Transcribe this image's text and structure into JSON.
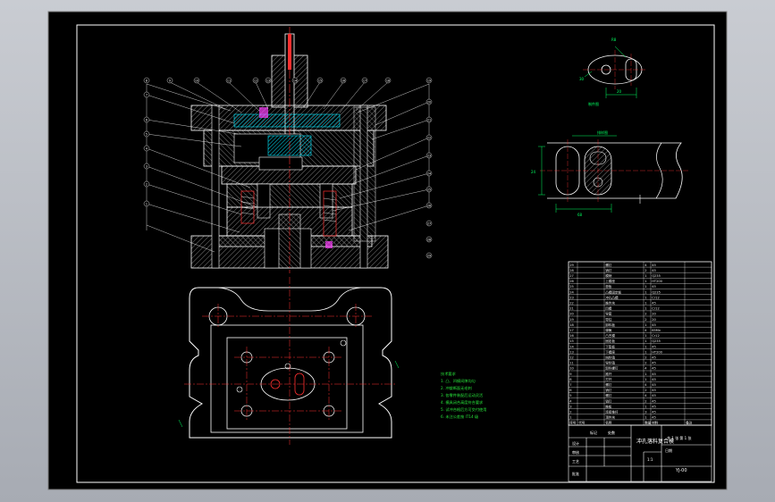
{
  "colors": {
    "background": "#000000",
    "viewport": "#b4b8bf",
    "outline": "#ffffff",
    "hatch": "#b0b0b0",
    "centerline": "#ff3030",
    "highlight": "#00e8ff",
    "dimension": "#00ff60",
    "notes": "#27e23a",
    "accent": "#ff40ff"
  },
  "drawing": {
    "balloons_top": [
      "8",
      "9",
      "10",
      "11",
      "12",
      "13",
      "14",
      "15",
      "16",
      "17",
      "18",
      "19"
    ],
    "balloons_left": [
      "7",
      "6",
      "5",
      "4",
      "3",
      "2",
      "1"
    ],
    "balloons_right": [
      "20",
      "21",
      "22",
      "23",
      "24",
      "25",
      "26",
      "27",
      "28",
      "29"
    ],
    "part_label": "制件图",
    "strip_label": "排样图",
    "dims_part": [
      "R8",
      "20",
      "30"
    ],
    "dims_strip": [
      "24",
      "68"
    ],
    "tech_notes_title": "技术要求",
    "tech_notes": [
      "1. 凸、凹模间隙均匀",
      "2. 冲裁断面无毛刺",
      "3. 各零件装配后运动灵活",
      "4. 模具闭合高度符合要求",
      "5. 试冲合格后方可交付使用",
      "6. 未注公差按 IT14 级"
    ]
  },
  "title_block": {
    "drawing_name": "冲孔落料复合模",
    "scale": "1:1",
    "sheet": "共 1 张  第 1 张",
    "drawing_no": "YJ-00",
    "labels": [
      "设计",
      "审核",
      "工艺",
      "批准",
      "标记",
      "处数",
      "日期"
    ]
  },
  "parts_list": {
    "headers": [
      "序号",
      "代号",
      "名称",
      "数量",
      "材料",
      "备注"
    ],
    "rows": [
      [
        "29",
        "",
        "螺钉",
        "4",
        "45",
        ""
      ],
      [
        "28",
        "",
        "销钉",
        "2",
        "45",
        ""
      ],
      [
        "27",
        "",
        "模柄",
        "1",
        "Q235",
        ""
      ],
      [
        "26",
        "",
        "上模座",
        "1",
        "HT200",
        ""
      ],
      [
        "25",
        "",
        "垫板",
        "1",
        "45",
        ""
      ],
      [
        "24",
        "",
        "凸模固定板",
        "1",
        "Q235",
        ""
      ],
      [
        "23",
        "",
        "冲孔凸模",
        "1",
        "Cr12",
        ""
      ],
      [
        "22",
        "",
        "推件块",
        "1",
        "45",
        ""
      ],
      [
        "21",
        "",
        "凹模",
        "1",
        "Cr12",
        ""
      ],
      [
        "20",
        "",
        "导套",
        "2",
        "20",
        ""
      ],
      [
        "19",
        "",
        "导柱",
        "2",
        "20",
        ""
      ],
      [
        "18",
        "",
        "卸料板",
        "1",
        "45",
        ""
      ],
      [
        "17",
        "",
        "弹簧",
        "4",
        "65Mn",
        ""
      ],
      [
        "16",
        "",
        "凸凹模",
        "1",
        "Cr12",
        ""
      ],
      [
        "15",
        "",
        "固定板",
        "1",
        "Q235",
        ""
      ],
      [
        "14",
        "",
        "下垫板",
        "1",
        "45",
        ""
      ],
      [
        "13",
        "",
        "下模座",
        "1",
        "HT200",
        ""
      ],
      [
        "12",
        "",
        "挡料销",
        "2",
        "45",
        ""
      ],
      [
        "11",
        "",
        "导料销",
        "2",
        "45",
        ""
      ],
      [
        "10",
        "",
        "卸料螺钉",
        "4",
        "45",
        ""
      ],
      [
        "9",
        "",
        "推杆",
        "1",
        "45",
        ""
      ],
      [
        "8",
        "",
        "打杆",
        "1",
        "45",
        ""
      ],
      [
        "7",
        "",
        "螺钉",
        "4",
        "45",
        ""
      ],
      [
        "6",
        "",
        "销钉",
        "2",
        "45",
        ""
      ],
      [
        "5",
        "",
        "螺钉",
        "4",
        "45",
        ""
      ],
      [
        "4",
        "",
        "销钉",
        "2",
        "45",
        ""
      ],
      [
        "3",
        "",
        "推板",
        "1",
        "45",
        ""
      ],
      [
        "2",
        "",
        "连接推杆",
        "3",
        "45",
        ""
      ],
      [
        "1",
        "",
        "顶件块",
        "1",
        "45",
        ""
      ]
    ]
  }
}
